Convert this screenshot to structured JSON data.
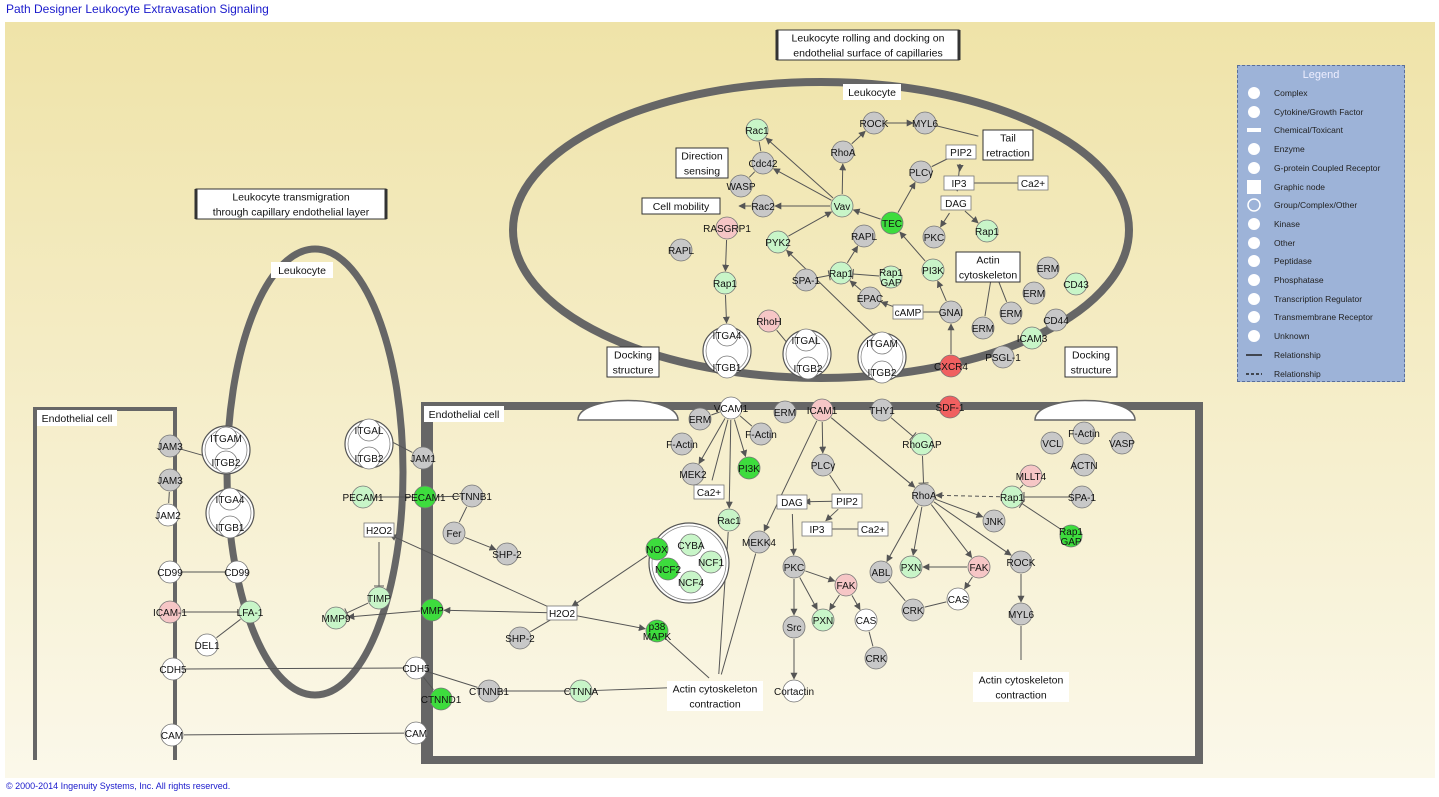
{
  "header": {
    "title": "Path Designer Leukocyte Extravasation Signaling"
  },
  "footer": {
    "copyright": "© 2000-2014 Ingenuity Systems, Inc. All rights reserved."
  },
  "colors": {
    "green_strong": "#3ddc3d",
    "green_light": "#c8f5c8",
    "red_strong": "#f06060",
    "red_light": "#f6c6c6",
    "gray": "#c8c8c8",
    "white": "#ffffff",
    "membrane": "#666666"
  },
  "boxes": {
    "rolling_title": [
      "Leukocyte rolling and docking on",
      "endothelial surface of capillaries"
    ],
    "transmigration_title": [
      "Leukocyte transmigration",
      "through capillary endothelial layer"
    ],
    "leukocyte_top": "Leukocyte",
    "leukocyte_left": "Leukocyte",
    "endothelial_left": "Endothelial cell",
    "endothelial_right": "Endothelial cell",
    "docking_left": [
      "Docking",
      "structure"
    ],
    "docking_right": [
      "Docking",
      "structure"
    ],
    "direction_sensing": [
      "Direction",
      "sensing"
    ],
    "cell_mobility": "Cell mobility",
    "tail_retraction": [
      "Tail",
      "retraction"
    ],
    "actin_cytoskeleton_top": [
      "Actin",
      "cytoskeleton"
    ],
    "actin_contraction_center": [
      "Actin cytoskeleton",
      "contraction"
    ],
    "actin_contraction_right": [
      "Actin cytoskeleton",
      "contraction"
    ]
  },
  "legend": {
    "title": "Legend",
    "items": [
      {
        "icon": "complex-icon",
        "label": "Complex"
      },
      {
        "icon": "cytokine-icon",
        "label": "Cytokine/Growth Factor"
      },
      {
        "icon": "chemical-icon",
        "label": "Chemical/Toxicant"
      },
      {
        "icon": "enzyme-icon",
        "label": "Enzyme"
      },
      {
        "icon": "gpcr-icon",
        "label": "G-protein Coupled Receptor"
      },
      {
        "icon": "graphic-node-icon",
        "label": "Graphic node"
      },
      {
        "icon": "group-icon",
        "label": "Group/Complex/Other"
      },
      {
        "icon": "kinase-icon",
        "label": "Kinase"
      },
      {
        "icon": "other-icon",
        "label": "Other"
      },
      {
        "icon": "peptidase-icon",
        "label": "Peptidase"
      },
      {
        "icon": "phosphatase-icon",
        "label": "Phosphatase"
      },
      {
        "icon": "transcription-regulator-icon",
        "label": "Transcription Regulator"
      },
      {
        "icon": "transmembrane-receptor-icon",
        "label": "Transmembrane Receptor"
      },
      {
        "icon": "unknown-icon",
        "label": "Unknown"
      },
      {
        "icon": "relationship-solid-icon",
        "label": "Relationship"
      },
      {
        "icon": "relationship-dashed-icon",
        "label": "Relationship"
      }
    ]
  },
  "nodes": [
    {
      "id": "rac1_t",
      "label": "Rac1",
      "color": "green_light"
    },
    {
      "id": "rock_t",
      "label": "ROCK",
      "color": "gray"
    },
    {
      "id": "myl6_t",
      "label": "MYL6",
      "color": "gray"
    },
    {
      "id": "cdc42",
      "label": "Cdc42",
      "color": "gray"
    },
    {
      "id": "rhoa_t",
      "label": "RhoA",
      "color": "gray"
    },
    {
      "id": "pip2_t",
      "label": "PIP2",
      "color": "white"
    },
    {
      "id": "wasp",
      "label": "WASP",
      "color": "gray"
    },
    {
      "id": "plcy_t",
      "label": "PLCγ",
      "color": "gray"
    },
    {
      "id": "ip3_t",
      "label": "IP3",
      "color": "white"
    },
    {
      "id": "ca2_t",
      "label": "Ca2+",
      "color": "white"
    },
    {
      "id": "rac2",
      "label": "Rac2",
      "color": "gray"
    },
    {
      "id": "vav",
      "label": "Vav",
      "color": "green_light"
    },
    {
      "id": "dag_t",
      "label": "DAG",
      "color": "white"
    },
    {
      "id": "rasgrp1",
      "label": "RASGRP1",
      "color": "red_light"
    },
    {
      "id": "tec",
      "label": "TEC",
      "color": "green_strong"
    },
    {
      "id": "rap1_t1",
      "label": "Rap1",
      "color": "green_light"
    },
    {
      "id": "pyk2",
      "label": "PYK2",
      "color": "green_light"
    },
    {
      "id": "rapl_t1",
      "label": "RAPL",
      "color": "gray"
    },
    {
      "id": "pkc_t",
      "label": "PKC",
      "color": "gray"
    },
    {
      "id": "rapl_t2",
      "label": "RAPL",
      "color": "gray"
    },
    {
      "id": "spa1_t",
      "label": "SPA-1",
      "color": "gray"
    },
    {
      "id": "rap1_t2",
      "label": "Rap1",
      "color": "green_light"
    },
    {
      "id": "rap1gap_t",
      "label": "Rap1\nGAP",
      "color": "green_light"
    },
    {
      "id": "pi3k_t",
      "label": "PI3K",
      "color": "green_light"
    },
    {
      "id": "erm_t1",
      "label": "ERM",
      "color": "gray"
    },
    {
      "id": "rap1_t3",
      "label": "Rap1",
      "color": "green_light"
    },
    {
      "id": "epac",
      "label": "EPAC",
      "color": "gray"
    },
    {
      "id": "erm_t2",
      "label": "ERM",
      "color": "gray"
    },
    {
      "id": "cd43",
      "label": "CD43",
      "color": "green_light"
    },
    {
      "id": "camp",
      "label": "cAMP",
      "color": "white"
    },
    {
      "id": "gnai",
      "label": "GNAI",
      "color": "gray"
    },
    {
      "id": "erm_t3",
      "label": "ERM",
      "color": "gray"
    },
    {
      "id": "erm_t4",
      "label": "ERM",
      "color": "gray"
    },
    {
      "id": "cd44",
      "label": "CD44",
      "color": "gray"
    },
    {
      "id": "rhoh",
      "label": "RhoH",
      "color": "red_light"
    },
    {
      "id": "icam3",
      "label": "ICAM3",
      "color": "green_light"
    },
    {
      "id": "itga4_t",
      "label": "ITGA4",
      "color": "white"
    },
    {
      "id": "itgb1_t",
      "label": "ITGB1",
      "color": "white"
    },
    {
      "id": "itgal_t",
      "label": "ITGAL",
      "color": "white"
    },
    {
      "id": "itgb2_t",
      "label": "ITGB2",
      "color": "white"
    },
    {
      "id": "itgam_t",
      "label": "ITGAM",
      "color": "white"
    },
    {
      "id": "itgb2_t2",
      "label": "ITGB2",
      "color": "white"
    },
    {
      "id": "cxcr4",
      "label": "CXCR4",
      "color": "red_strong"
    },
    {
      "id": "psgl1",
      "label": "PSGL-1",
      "color": "gray"
    },
    {
      "id": "vcam1",
      "label": "VCAM1",
      "color": "white"
    },
    {
      "id": "erm_c1",
      "label": "ERM",
      "color": "gray"
    },
    {
      "id": "erm_c2",
      "label": "ERM",
      "color": "gray"
    },
    {
      "id": "icam1",
      "label": "ICAM1",
      "color": "red_light"
    },
    {
      "id": "thy1",
      "label": "THY1",
      "color": "gray"
    },
    {
      "id": "sdf1",
      "label": "SDF-1",
      "color": "red_strong"
    },
    {
      "id": "factin_c1",
      "label": "F-Actin",
      "color": "gray"
    },
    {
      "id": "factin_c2",
      "label": "F-Actin",
      "color": "gray"
    },
    {
      "id": "plcy_c",
      "label": "PLCγ",
      "color": "gray"
    },
    {
      "id": "rhogap",
      "label": "RhoGAP",
      "color": "green_light"
    },
    {
      "id": "vcl",
      "label": "VCL",
      "color": "gray"
    },
    {
      "id": "factin_r",
      "label": "F-Actin",
      "color": "gray"
    },
    {
      "id": "vasp",
      "label": "VASP",
      "color": "gray"
    },
    {
      "id": "actn",
      "label": "ACTN",
      "color": "gray"
    },
    {
      "id": "mek2",
      "label": "MEK2",
      "color": "gray"
    },
    {
      "id": "pi3k_c",
      "label": "PI3K",
      "color": "green_strong"
    },
    {
      "id": "ca2_c1",
      "label": "Ca2+",
      "color": "white"
    },
    {
      "id": "mllt4",
      "label": "MLLT4",
      "color": "red_light"
    },
    {
      "id": "rhoa_c",
      "label": "RhoA",
      "color": "gray"
    },
    {
      "id": "rap1_c",
      "label": "Rap1",
      "color": "green_light"
    },
    {
      "id": "spa1_c",
      "label": "SPA-1",
      "color": "gray"
    },
    {
      "id": "dag_c",
      "label": "DAG",
      "color": "white"
    },
    {
      "id": "pip2_c",
      "label": "PIP2",
      "color": "white"
    },
    {
      "id": "rac1_c",
      "label": "Rac1",
      "color": "green_light"
    },
    {
      "id": "ip3_c",
      "label": "IP3",
      "color": "white"
    },
    {
      "id": "ca2_c2",
      "label": "Ca2+",
      "color": "white"
    },
    {
      "id": "mekk4",
      "label": "MEKK4",
      "color": "gray"
    },
    {
      "id": "jnk",
      "label": "JNK",
      "color": "gray"
    },
    {
      "id": "rap1gap_c",
      "label": "Rap1\nGAP",
      "color": "green_strong"
    },
    {
      "id": "nox",
      "label": "NOX",
      "color": "green_strong"
    },
    {
      "id": "cyba",
      "label": "CYBA",
      "color": "green_light"
    },
    {
      "id": "ncf2",
      "label": "NCF2",
      "color": "green_strong"
    },
    {
      "id": "ncf1",
      "label": "NCF1",
      "color": "green_light"
    },
    {
      "id": "ncf4",
      "label": "NCF4",
      "color": "green_light"
    },
    {
      "id": "pkc_c",
      "label": "PKC",
      "color": "gray"
    },
    {
      "id": "fak_c1",
      "label": "FAK",
      "color": "red_light"
    },
    {
      "id": "abl",
      "label": "ABL",
      "color": "gray"
    },
    {
      "id": "pxn_c1",
      "label": "PXN",
      "color": "green_light"
    },
    {
      "id": "fak_c2",
      "label": "FAK",
      "color": "red_light"
    },
    {
      "id": "rock_c",
      "label": "ROCK",
      "color": "gray"
    },
    {
      "id": "crk_c1",
      "label": "CRK",
      "color": "gray"
    },
    {
      "id": "cas_c1",
      "label": "CAS",
      "color": "white"
    },
    {
      "id": "src",
      "label": "Src",
      "color": "gray"
    },
    {
      "id": "pxn_c2",
      "label": "PXN",
      "color": "green_light"
    },
    {
      "id": "cas_c2",
      "label": "CAS",
      "color": "white"
    },
    {
      "id": "myl6_c",
      "label": "MYL6",
      "color": "gray"
    },
    {
      "id": "crk_c2",
      "label": "CRK",
      "color": "gray"
    },
    {
      "id": "cortactin",
      "label": "Cortactin",
      "color": "white"
    },
    {
      "id": "p38",
      "label": "p38\nMAPK",
      "color": "green_strong"
    },
    {
      "id": "h2o2_c",
      "label": "H2O2",
      "color": "white"
    },
    {
      "id": "shp2_c",
      "label": "SHP-2",
      "color": "gray"
    },
    {
      "id": "mmp",
      "label": "MMP",
      "color": "green_strong"
    },
    {
      "id": "ctnna",
      "label": "CTNNA",
      "color": "green_light"
    },
    {
      "id": "ctnnb1_b",
      "label": "CTNNB1",
      "color": "gray"
    },
    {
      "id": "ctnnd1",
      "label": "CTNND1",
      "color": "green_strong"
    },
    {
      "id": "cdh5_c",
      "label": "CDH5",
      "color": "white"
    },
    {
      "id": "cam_c",
      "label": "CAM",
      "color": "white"
    },
    {
      "id": "pecam1_c",
      "label": "PECAM1",
      "color": "green_strong"
    },
    {
      "id": "ctnnb1_c",
      "label": "CTNNB1",
      "color": "gray"
    },
    {
      "id": "fer",
      "label": "Fer",
      "color": "gray"
    },
    {
      "id": "shp2_c2",
      "label": "SHP-2",
      "color": "gray"
    },
    {
      "id": "h2o2_l",
      "label": "H2O2",
      "color": "white"
    },
    {
      "id": "timp",
      "label": "TIMP",
      "color": "green_light"
    },
    {
      "id": "mmp9",
      "label": "MMP9",
      "color": "green_light"
    },
    {
      "id": "pecam1_l",
      "label": "PECAM1",
      "color": "green_light"
    },
    {
      "id": "jam1",
      "label": "JAM1",
      "color": "gray"
    },
    {
      "id": "itgal_l",
      "label": "ITGAL",
      "color": "white"
    },
    {
      "id": "itgb2_l2",
      "label": "ITGB2",
      "color": "white"
    },
    {
      "id": "itgam_l",
      "label": "ITGAM",
      "color": "white"
    },
    {
      "id": "itgb2_l",
      "label": "ITGB2",
      "color": "white"
    },
    {
      "id": "itga4_l",
      "label": "ITGA4",
      "color": "white"
    },
    {
      "id": "itgb1_l",
      "label": "ITGB1",
      "color": "white"
    },
    {
      "id": "lfa1",
      "label": "LFA-1",
      "color": "green_light"
    },
    {
      "id": "del1",
      "label": "DEL1",
      "color": "white"
    },
    {
      "id": "jam3_a",
      "label": "JAM3",
      "color": "gray"
    },
    {
      "id": "jam3_b",
      "label": "JAM3",
      "color": "gray"
    },
    {
      "id": "jam2",
      "label": "JAM2",
      "color": "white"
    },
    {
      "id": "cd99_a",
      "label": "CD99",
      "color": "white"
    },
    {
      "id": "cd99_b",
      "label": "CD99",
      "color": "white"
    },
    {
      "id": "icam1_l",
      "label": "ICAM-1",
      "color": "red_light"
    },
    {
      "id": "cdh5_l",
      "label": "CDH5",
      "color": "white"
    },
    {
      "id": "cam_l",
      "label": "CAM",
      "color": "white"
    }
  ]
}
